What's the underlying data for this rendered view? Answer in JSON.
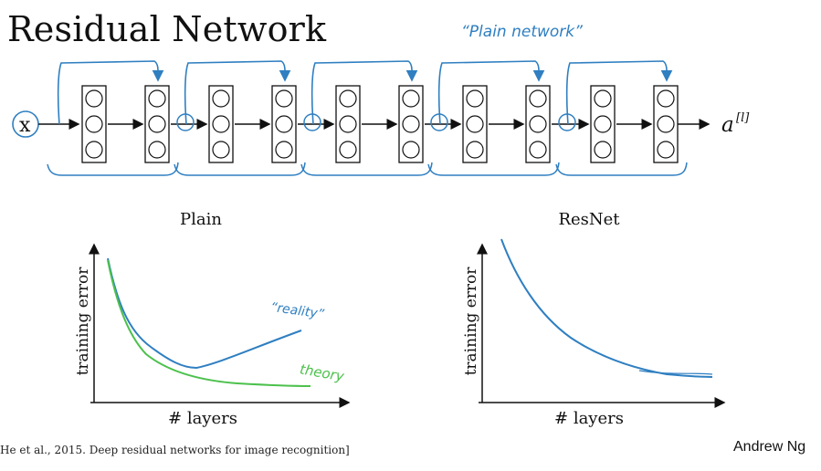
{
  "slide": {
    "title": "Residual Network",
    "annotation_plain_network": "“Plain network”",
    "input_label": "x",
    "output_label": "a",
    "output_superscript": "[l]",
    "credit": "He et al., 2015. Deep residual networks for image recognition]",
    "author": "Andrew Ng"
  },
  "plots": {
    "plain": {
      "title": "Plain",
      "ylabel": "training error",
      "xlabel": "# layers",
      "label_reality": "“reality”",
      "label_theory": "theory"
    },
    "resnet": {
      "title": "ResNet",
      "ylabel": "training error",
      "xlabel": "# layers"
    }
  },
  "colors": {
    "ink": "#111111",
    "handwriting_blue": "#2f7fc1",
    "theory_green": "#4cc14c"
  }
}
